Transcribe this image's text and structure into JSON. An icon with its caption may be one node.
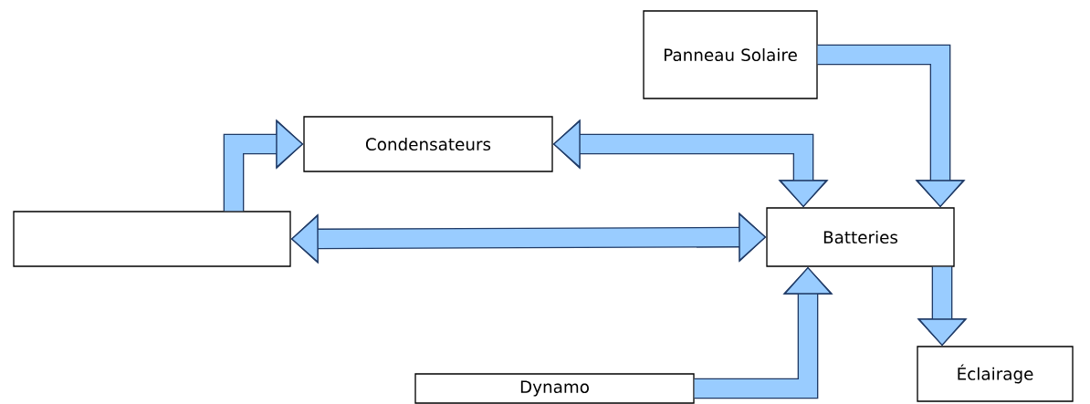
{
  "diagram": {
    "nodes": [
      {
        "text": [
          "Panneau Solaire"
        ]
      },
      {
        "text": [
          "Condensateurs"
        ]
      },
      {
        "text": [],
        "shape": "box"
      },
      {
        "text": [
          "Batteries"
        ]
      },
      {
        "text": [
          "Dynamo"
        ]
      },
      {
        "text": [
          "Éclairage"
        ]
      }
    ],
    "edges": [
      {
        "from": 0,
        "to": 3,
        "arrow": "to"
      },
      {
        "from": 1,
        "to": 3,
        "arrow": "both"
      },
      {
        "from": 2,
        "to": 1,
        "arrow": "to"
      },
      {
        "from": 2,
        "to": 3,
        "arrow": "both"
      },
      {
        "from": 4,
        "to": 3,
        "arrow": "to"
      },
      {
        "from": 3,
        "to": 5,
        "arrow": "to"
      }
    ]
  }
}
